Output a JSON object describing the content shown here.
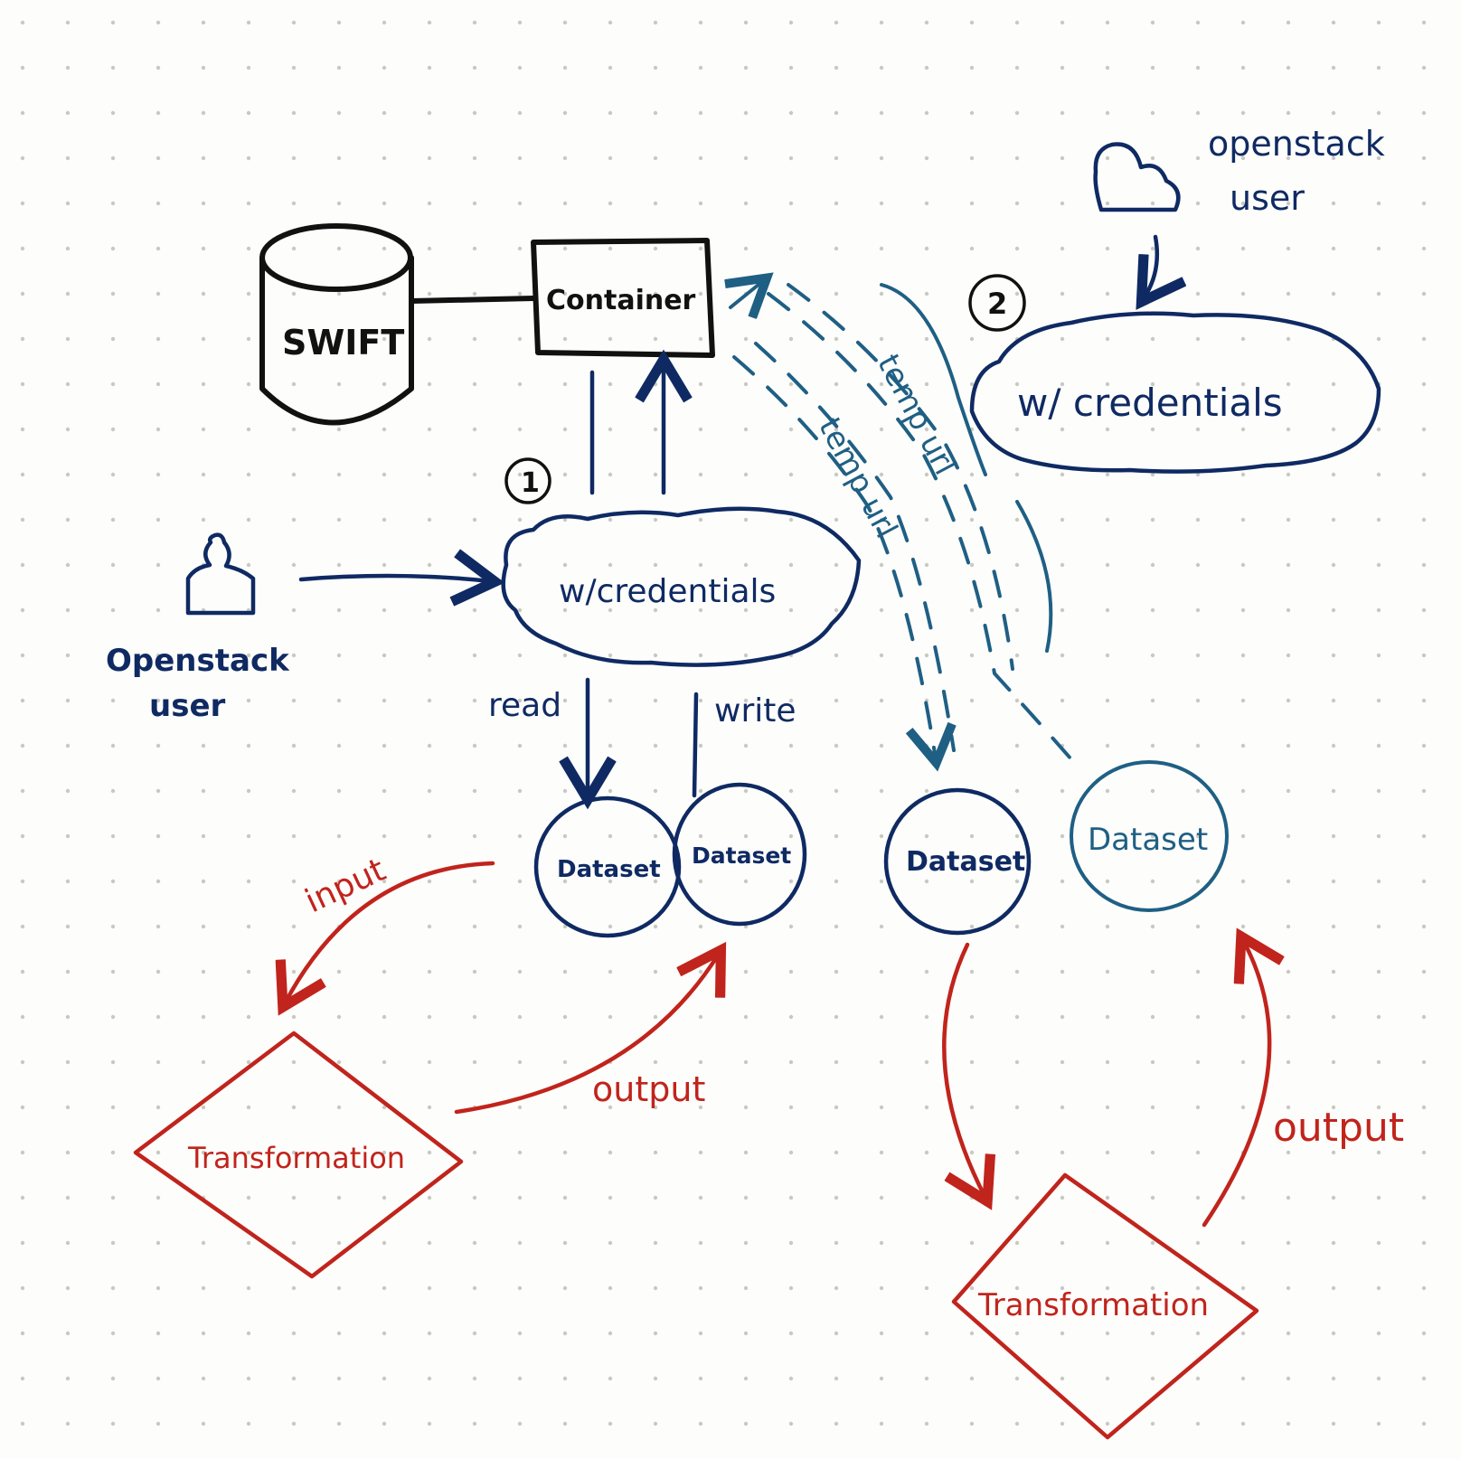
{
  "colors": {
    "black": "#111111",
    "blue": "#0f2a63",
    "teal": "#1f5f84",
    "red": "#c0241c",
    "paper": "#fdfdfb",
    "dot": "#c9c9c4"
  },
  "nodes": {
    "swift": "SWIFT",
    "container": "Container",
    "step1": "1",
    "step2": "2",
    "creds_left": "w/credentials",
    "creds_right": "w/ credentials",
    "user_left_line1": "Openstack",
    "user_left_line2": "user",
    "user_right_line1": "openstack",
    "user_right_line2": "user",
    "dataset_1": "Dataset",
    "dataset_2": "Dataset",
    "dataset_3": "Dataset",
    "dataset_4": "Dataset",
    "transform_left": "Transformation",
    "transform_right": "Transformation"
  },
  "edge_labels": {
    "read": "read",
    "write": "write",
    "temp_url_a": "temp url",
    "temp_url_b": "temp url",
    "input": "input",
    "output_left": "output",
    "output_right": "output"
  },
  "icons": {
    "user_left": "person-icon",
    "user_right": "cloud-icon"
  }
}
